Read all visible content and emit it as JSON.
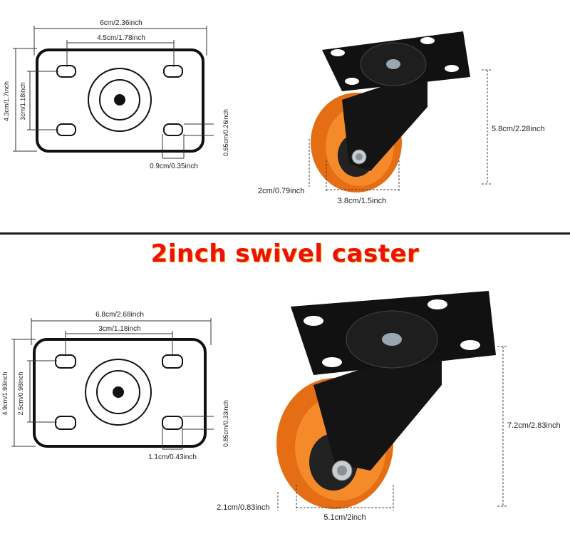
{
  "title": "2inch swivel caster",
  "colors": {
    "wheel": "#f07a1a",
    "bracket": "#121212",
    "title": "#ee1010",
    "title_outline": "#f3c200"
  },
  "small_caster": {
    "plate_width": "6cm/2.36inch",
    "hole_spacing_width": "4.5cm/1.78inch",
    "plate_height": "4.3cm/1.7inch",
    "hole_spacing_height": "3cm/1.18inch",
    "hole_height": "0.65cm/0.26inch",
    "hole_width": "0.9cm/0.35inch",
    "total_height": "5.8cm/2.28inch",
    "wheel_width": "2cm/0.79inch",
    "wheel_diameter": "3.8cm/1.5inch"
  },
  "large_caster": {
    "plate_width": "6.8cm/2.68inch",
    "hole_spacing_width": "3cm/1.18inch",
    "plate_height": "4.9cm/1.93inch",
    "hole_spacing_height": "2.5cm/0.98inch",
    "hole_height": "0.85cm/0.33inch",
    "hole_width": "1.1cm/0.43inch",
    "total_height": "7.2cm/2.83inch",
    "wheel_width": "2.1cm/0.83inch",
    "wheel_diameter": "5.1cm/2inch"
  }
}
